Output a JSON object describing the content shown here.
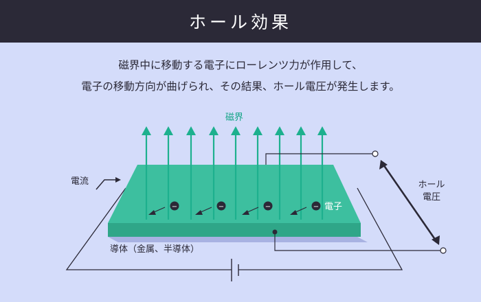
{
  "header": {
    "title": "ホール効果"
  },
  "description": {
    "line1": "磁界中に移動する電子にローレンツ力が作用して、",
    "line2": "電子の移動方向が曲げられ、その結果、ホール電圧が発生します。"
  },
  "diagram": {
    "magnetic_field_label": "磁界",
    "current_label": "電流",
    "electron_label": "電子",
    "conductor_label": "導体（金属、半導体）",
    "hall_voltage_label_line1": "ホール",
    "hall_voltage_label_line2": "電圧",
    "electron_symbol": "−"
  },
  "colors": {
    "header_bg": "#2b2937",
    "background": "#d4dcfa",
    "plate_top": "#3dbf9f",
    "plate_front": "#2fa688",
    "plate_shadow": "#a8b2e2",
    "arrow": "#1db08e",
    "field_label": "#13a486",
    "text": "#2b2937",
    "wire": "#2b2937",
    "electron": "#2b2937"
  }
}
